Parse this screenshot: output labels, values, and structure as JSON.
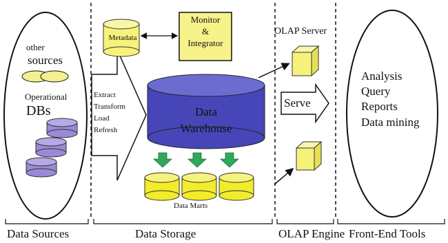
{
  "sources": {
    "other_line": "other",
    "sources_line": "sources",
    "operational_line": "Operational",
    "dbs_line": "DBs"
  },
  "storage": {
    "metadata": "Metadata",
    "monitor_line1": "Monitor",
    "monitor_line2": "&",
    "monitor_line3": "Integrator",
    "etl_steps": [
      "Extract",
      "Transform",
      "Load",
      "Refresh"
    ],
    "warehouse_line1": "Data",
    "warehouse_line2": "Warehouse",
    "data_marts": "Data Marts"
  },
  "engine": {
    "olap_server": "OLAP Server",
    "serve": "Serve"
  },
  "tools": {
    "items": [
      "Analysis",
      "Query",
      "Reports",
      "Data mining"
    ]
  },
  "sections": [
    "Data Sources",
    "Data Storage",
    "OLAP Engine",
    "Front-End Tools"
  ],
  "colors": {
    "cylinder_purple": "#9a8ad6",
    "warehouse_blue": "#4646b8",
    "mart_yellow": "#f2ec2a",
    "box_yellow": "#f7f38a",
    "cube_yellow": "#f7f27a",
    "arrow_green": "#2fa85a"
  }
}
